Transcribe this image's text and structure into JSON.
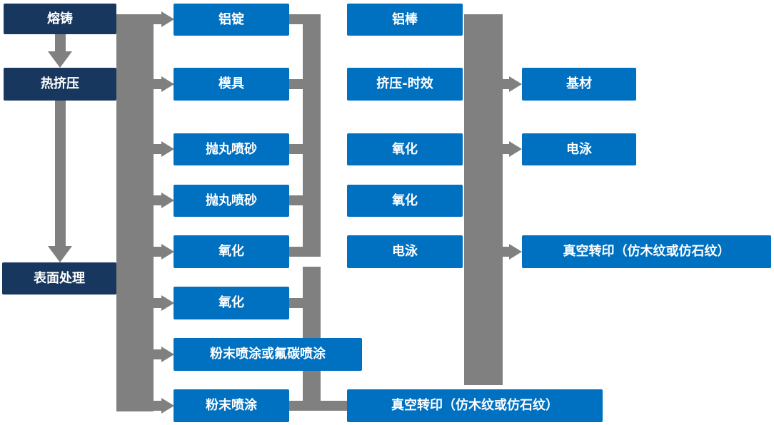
{
  "diagram": {
    "type": "flowchart",
    "language": "zh",
    "colors": {
      "stage_fill": "#17375E",
      "step_fill": "#0070C0",
      "connector": "#808080",
      "label_text": "#FFFFFF",
      "background": "#FFFFFF"
    },
    "icons": {
      "arrow_down": "▼",
      "arrow_right": "▶"
    },
    "stages": {
      "melting": "熔铸",
      "hot_extrusion": "热挤压",
      "surface_treatment": "表面处理"
    },
    "steps": {
      "aluminum_ingot": "铝锭",
      "mold": "模具",
      "shot_blasting_1": "抛丸喷砂",
      "shot_blasting_2": "抛丸喷砂",
      "oxidation_1": "氧化",
      "oxidation_2": "氧化",
      "powder_or_fluorocarbon": "粉末喷涂或氟碳喷涂",
      "powder_coating": "粉末喷涂",
      "aluminum_rod": "铝棒",
      "extrusion_aging": "挤压-时效",
      "oxidation_3": "氧化",
      "oxidation_4": "氧化",
      "electrophoresis_1": "电泳",
      "vacuum_transfer_1": "真空转印（仿木纹或仿石纹）",
      "substrate": "基材",
      "electrophoresis_2": "电泳",
      "vacuum_transfer_2": "真空转印（仿木纹或仿石纹）"
    }
  }
}
